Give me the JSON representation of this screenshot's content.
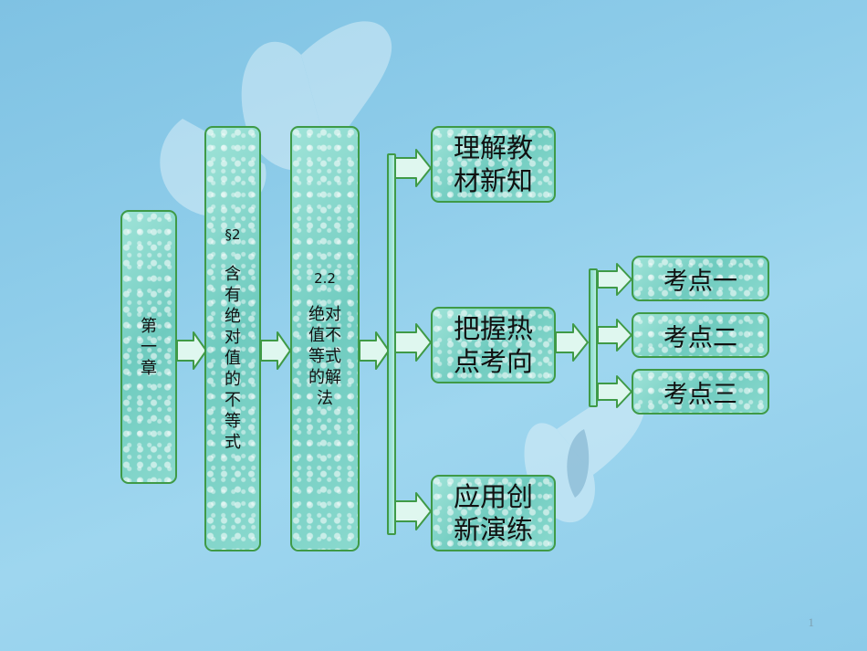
{
  "chapter": {
    "lines": [
      "第",
      "一",
      "章"
    ]
  },
  "section": {
    "num": "§2",
    "chars": [
      "含",
      "有",
      "绝",
      "对",
      "值",
      "的",
      "不",
      "等",
      "式"
    ]
  },
  "subsection": {
    "num": "2.2",
    "lines": [
      "绝对",
      "值不",
      "等式",
      "的解",
      "法"
    ]
  },
  "topics": [
    {
      "lines": [
        "理解教",
        "材新知"
      ]
    },
    {
      "lines": [
        "把握热",
        "点考向"
      ]
    },
    {
      "lines": [
        "应用创",
        "新演练"
      ]
    }
  ],
  "points": [
    "考点一",
    "考点二",
    "考点三"
  ],
  "page_number": "1",
  "colors": {
    "border": "#3f9a47",
    "box_fill": "#7fd2c6",
    "background": "#8fcdea"
  }
}
